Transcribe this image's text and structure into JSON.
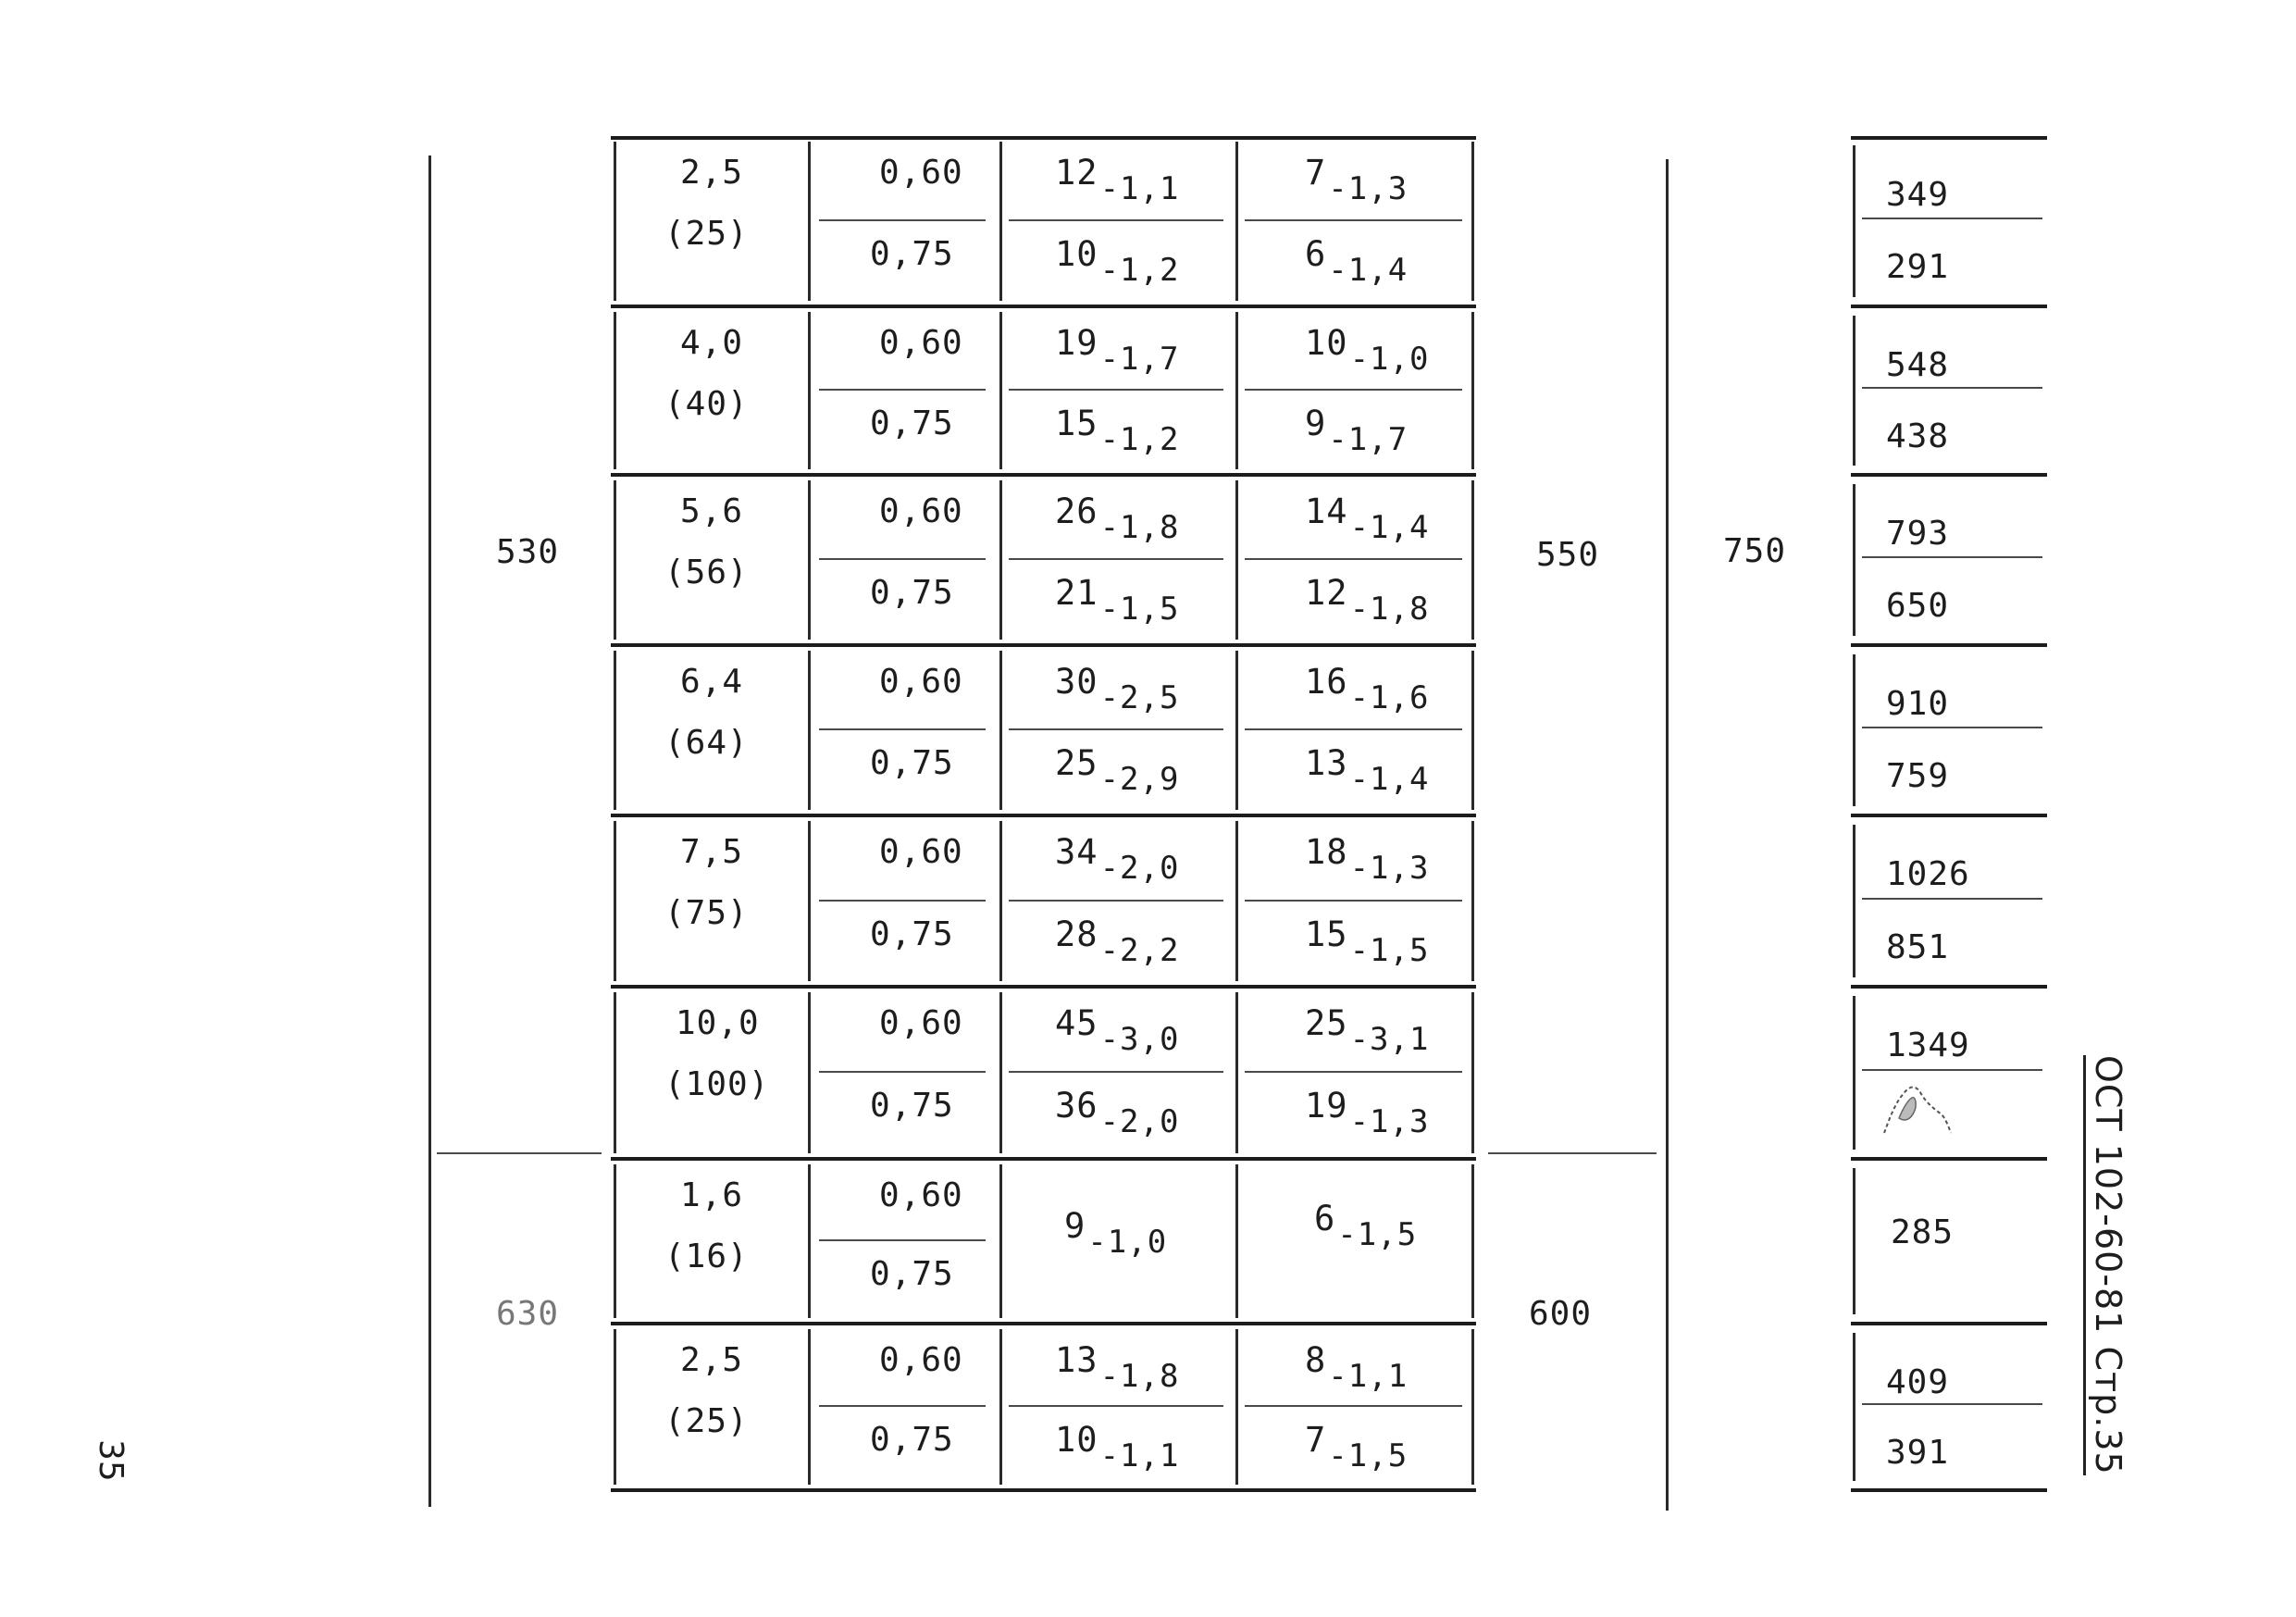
{
  "groups": [
    {
      "label": "530",
      "right_a": "550",
      "rows": [
        {
          "size": "2,5",
          "size_paren": "(25)",
          "k": [
            "0,60",
            "0,75"
          ],
          "colA": [
            [
              "12",
              "-1,1"
            ],
            [
              "10",
              "-1,2"
            ]
          ],
          "colB": [
            [
              "7",
              "-1,3"
            ],
            [
              "6",
              "-1,4"
            ]
          ],
          "right": [
            "349",
            "291"
          ]
        },
        {
          "size": "4,0",
          "size_paren": "(40)",
          "k": [
            "0,60",
            "0,75"
          ],
          "colA": [
            [
              "19",
              "-1,7"
            ],
            [
              "15",
              "-1,2"
            ]
          ],
          "colB": [
            [
              "10",
              "-1,0"
            ],
            [
              "9",
              "-1,7"
            ]
          ],
          "right": [
            "548",
            "438"
          ]
        },
        {
          "size": "5,6",
          "size_paren": "(56)",
          "k": [
            "0,60",
            "0,75"
          ],
          "colA": [
            [
              "26",
              "-1,8"
            ],
            [
              "21",
              "-1,5"
            ]
          ],
          "colB": [
            [
              "14",
              "-1,4"
            ],
            [
              "12",
              "-1,8"
            ]
          ],
          "right": [
            "793",
            "650"
          ]
        },
        {
          "size": "6,4",
          "size_paren": "(64)",
          "k": [
            "0,60",
            "0,75"
          ],
          "colA": [
            [
              "30",
              "-2,5"
            ],
            [
              "25",
              "-2,9"
            ]
          ],
          "colB": [
            [
              "16",
              "-1,6"
            ],
            [
              "13",
              "-1,4"
            ]
          ],
          "right": [
            "910",
            "759"
          ]
        },
        {
          "size": "7,5",
          "size_paren": "(75)",
          "k": [
            "0,60",
            "0,75"
          ],
          "colA": [
            [
              "34",
              "-2,0"
            ],
            [
              "28",
              "-2,2"
            ]
          ],
          "colB": [
            [
              "18",
              "-1,3"
            ],
            [
              "15",
              "-1,5"
            ]
          ],
          "right": [
            "1026",
            "851"
          ]
        },
        {
          "size": "10,0",
          "size_paren": "(100)",
          "k": [
            "0,60",
            "0,75"
          ],
          "colA": [
            [
              "45",
              "-3,0"
            ],
            [
              "36",
              "-2,0"
            ]
          ],
          "colB": [
            [
              "25",
              "-3,1"
            ],
            [
              "19",
              "-1,3"
            ]
          ],
          "right": [
            "1349",
            ""
          ]
        }
      ]
    },
    {
      "label": "630",
      "right_a": "600",
      "rows": [
        {
          "size": "1,6",
          "size_paren": "(16)",
          "k": [
            "0,60",
            "0,75"
          ],
          "colA_merged": [
            "9",
            "-1,0"
          ],
          "colB_merged": [
            "6",
            "-1,5"
          ],
          "right_merged": "285"
        },
        {
          "size": "2,5",
          "size_paren": "(25)",
          "k": [
            "0,60",
            "0,75"
          ],
          "colA": [
            [
              "13",
              "-1,8"
            ],
            [
              "10",
              "-1,1"
            ]
          ],
          "colB": [
            [
              "8",
              "-1,1"
            ],
            [
              "7",
              "-1,5"
            ]
          ],
          "right": [
            "409",
            "391"
          ]
        }
      ]
    }
  ],
  "mid_label": "750",
  "side_title": "ОСТ 102-60-81 Стр.35",
  "page_number": "35"
}
